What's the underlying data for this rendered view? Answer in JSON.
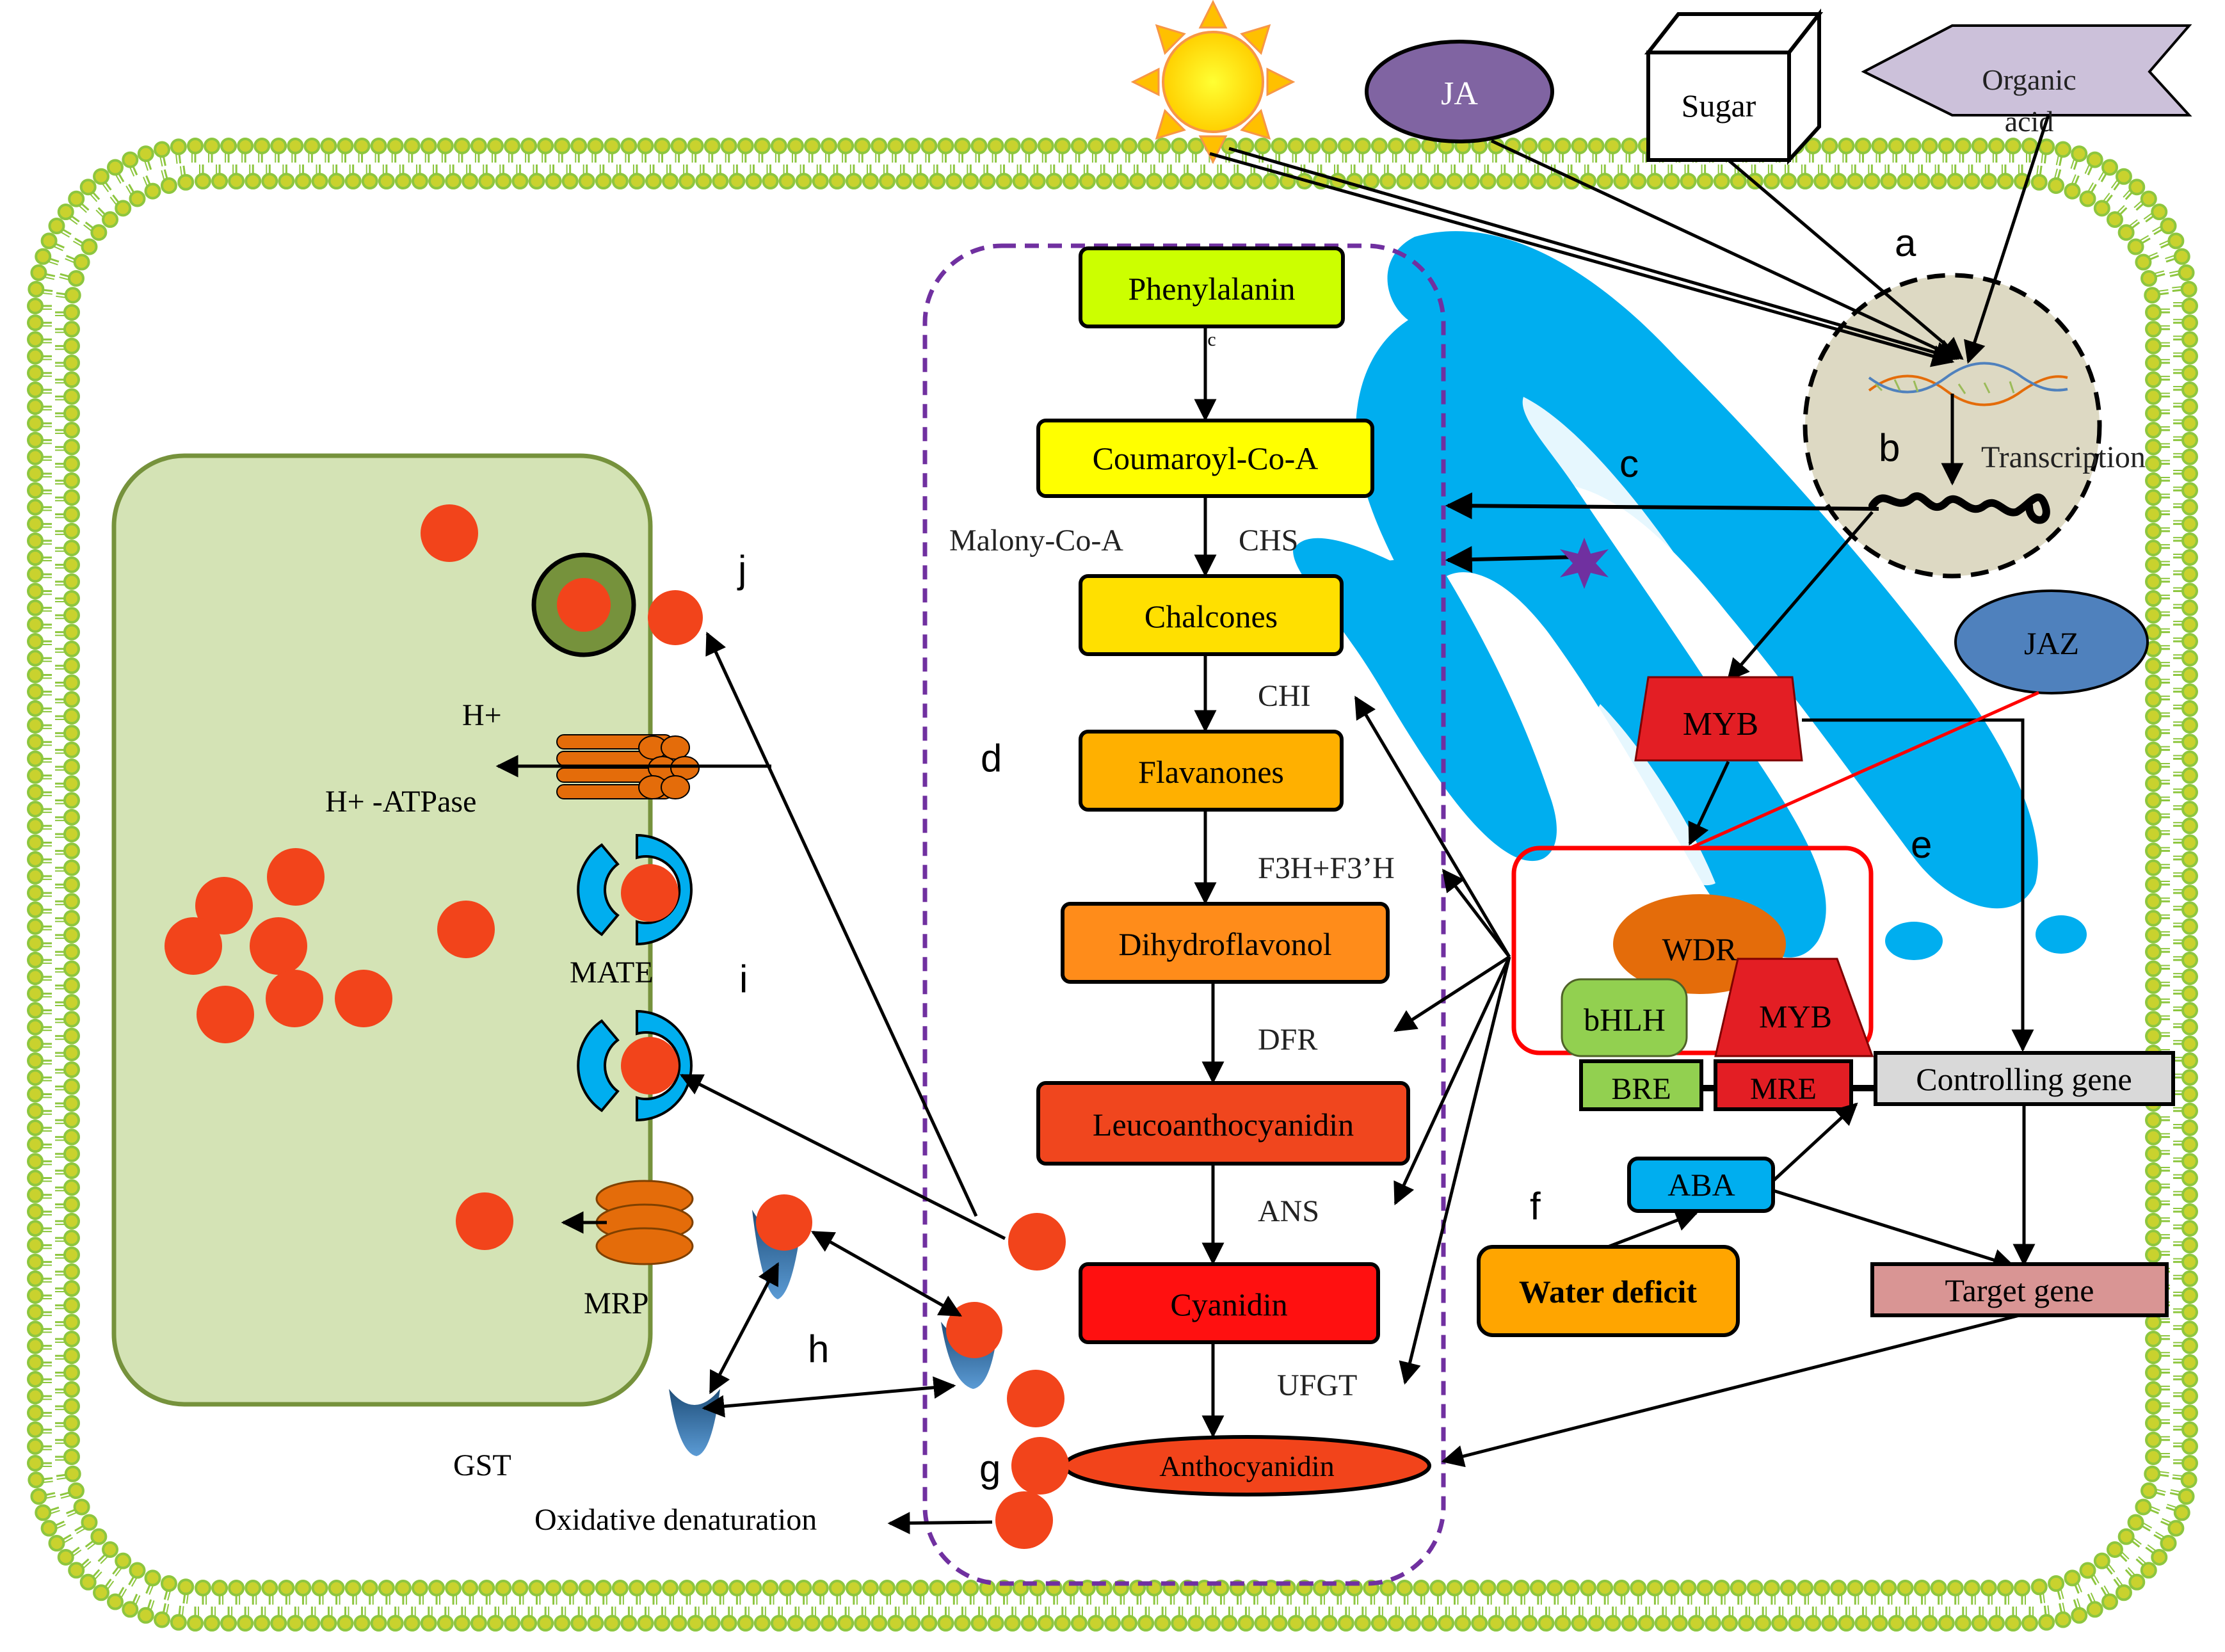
{
  "inputs": {
    "ja": "JA",
    "sugar": "Sugar",
    "organic_acid_line1": "Organic",
    "organic_acid_line2": "acid",
    "jaz": "JAZ"
  },
  "pathway": {
    "phenylalanin": "Phenylalanin",
    "coumaroyl": "Coumaroyl-Co-A",
    "malonyl": "Malony-Co-A",
    "chalcones": "Chalcones",
    "flavanones": "Flavanones",
    "dihydroflavonol": "Dihydroflavonol",
    "leucoanthocyanidin": "Leucoanthocyanidin",
    "cyanidin": "Cyanidin",
    "anthocyanidin": "Anthocyanidin",
    "mark_c": "c"
  },
  "enzymes": {
    "chs": "CHS",
    "chi": "CHI",
    "f3h": "F3H+F3’H",
    "dfr": "DFR",
    "ans": "ANS",
    "ufgt": "UFGT"
  },
  "regulation": {
    "transcription": "Transcription",
    "myb": "MYB",
    "wdr": "WDR",
    "bhlh": "bHLH",
    "myb_complex": "MYB",
    "bre": "BRE",
    "mre": "MRE",
    "controlling_gene": "Controlling gene",
    "aba": "ABA",
    "water_deficit": "Water deficit",
    "target_gene": "Target gene"
  },
  "transport": {
    "h_plus": "H+",
    "h_atpase": "H+ -ATPase",
    "mate": "MATE",
    "mrp": "MRP",
    "gst": "GST",
    "oxidative": "Oxidative denaturation"
  },
  "letters": {
    "a": "a",
    "b": "b",
    "c": "c",
    "d": "d",
    "e": "e",
    "f": "f",
    "g": "g",
    "h": "h",
    "i": "i",
    "j": "j"
  },
  "colors": {
    "membrane_green": "#8DC63F",
    "membrane_head": "#C9D22E",
    "vacuole": "#D4E3B5",
    "vacuole_border": "#76923C",
    "anthocyanin": "#F2441B",
    "er_blue": "#00AEEF",
    "pathway_border": "#7030A0",
    "myb_red": "#E31E24",
    "complex_border": "#FF0000",
    "jaz_line": "#FF0000",
    "nucleus": "#DDD9C3"
  }
}
